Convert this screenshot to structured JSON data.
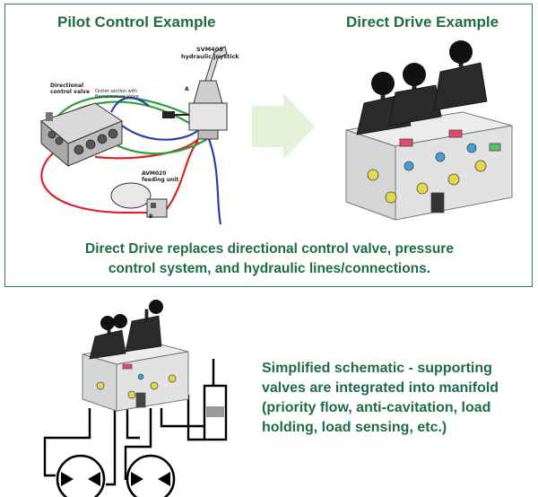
{
  "top_panel": {
    "left_title": "Pilot Control Example",
    "right_title": "Direct Drive Example",
    "caption_line1": "Direct Drive replaces directional control valve, pressure",
    "caption_line2": "control system, and hydraulic lines/connections."
  },
  "pilot_diagram": {
    "joystick_label_1": "SVM405",
    "joystick_label_2": "hydraulic joystick",
    "valve_label_1": "Directional",
    "valve_label_2": "control valve",
    "outlet_label_1": "Outlet section with",
    "outlet_label_2": "Backpressure Valve",
    "feed_label_1": "AVM020",
    "feed_label_2": "feeding unit",
    "port_a": "A",
    "port_b": "B",
    "colors": {
      "red": "#d8242b",
      "green": "#2e9e3a",
      "blue": "#2a3fa8"
    }
  },
  "bottom": {
    "note_line1": "Simplified schematic - supporting",
    "note_line2": "valves are integrated into manifold",
    "note_line3": "(priority flow, anti-cavitation, load",
    "note_line4": "holding, load sensing, etc.)"
  },
  "colors": {
    "accent": "#1f6b46",
    "border": "#2e7d57",
    "arrow": "#e3f2d8"
  }
}
